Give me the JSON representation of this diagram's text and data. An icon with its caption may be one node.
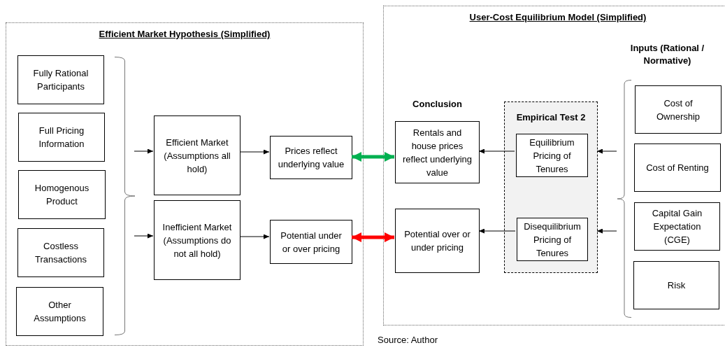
{
  "diagram": {
    "caption": "Source: Author",
    "nodes": [
      {
        "text": [
          "Efficient Market Hypothesis (Simplified)"
        ]
      },
      {
        "text": [
          "Fully Rational Participants"
        ],
        "in": 0
      },
      {
        "text": [
          "Full Pricing Information"
        ],
        "in": 0
      },
      {
        "text": [
          "Homogenous Product"
        ],
        "in": 0
      },
      {
        "text": [
          "Costless Transactions"
        ],
        "in": 0
      },
      {
        "text": [
          "Other Assumptions"
        ],
        "in": 0
      },
      {
        "text": [
          "Efficient Market (Assumptions all hold)"
        ],
        "in": 0
      },
      {
        "text": [
          "Inefficient Market (Assumptions do not all hold)"
        ],
        "in": 0
      },
      {
        "text": [
          "Prices reflect underlying value"
        ],
        "in": 0
      },
      {
        "text": [
          "Potential under or over pricing"
        ],
        "in": 0
      },
      {
        "text": [
          "User-Cost Equilibrium Model (Simplified)"
        ]
      },
      {
        "text": [
          "Rentals and house prices reflect underlying value"
        ],
        "in": 10,
        "beside": [
          "Conclusion"
        ]
      },
      {
        "text": [
          "Potential over or under pricing"
        ],
        "in": 10
      },
      {
        "text": [
          "Empirical Test 2"
        ],
        "in": 10
      },
      {
        "text": [
          "Equilibrium Pricing of Tenures"
        ],
        "in": 13
      },
      {
        "text": [
          "Disequilibrium Pricing of Tenures"
        ],
        "in": 13
      },
      {
        "text": [
          "Cost of Ownership"
        ],
        "in": 10
      },
      {
        "text": [
          "Cost of Renting"
        ],
        "in": 10
      },
      {
        "text": [
          "Capital Gain Expectation (CGE)"
        ],
        "in": 10
      },
      {
        "text": [
          "Risk"
        ],
        "in": 10
      },
      {
        "text": [],
        "shape": "bracket",
        "in": 0
      },
      {
        "text": [],
        "shape": "bracket",
        "in": 10
      }
    ],
    "edges": [
      {
        "from": 20,
        "to": 6,
        "arrow": "to"
      },
      {
        "from": 20,
        "to": 7,
        "arrow": "to"
      },
      {
        "from": 6,
        "to": 8,
        "arrow": "to"
      },
      {
        "from": 7,
        "to": 9,
        "arrow": "to"
      },
      {
        "from": 8,
        "to": 11,
        "arrow": "both",
        "style": "thick",
        "color": "#00b050"
      },
      {
        "from": 9,
        "to": 12,
        "arrow": "both",
        "style": "thick",
        "color": "#ff0000"
      },
      {
        "from": 14,
        "to": 11,
        "arrow": "to"
      },
      {
        "from": 15,
        "to": 12,
        "arrow": "to"
      },
      {
        "from": 21,
        "to": 13,
        "arrow": "to"
      },
      {
        "from": 21,
        "to": 13,
        "arrow": "to"
      }
    ],
    "labels": [
      "Inputs (Rational / Normative)"
    ]
  }
}
